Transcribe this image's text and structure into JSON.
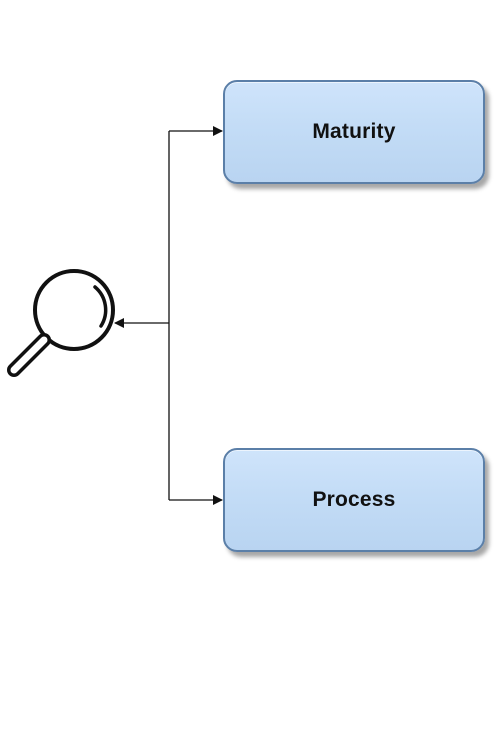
{
  "diagram": {
    "nodes": [
      {
        "id": "maturity",
        "label": "Maturity"
      },
      {
        "id": "process",
        "label": "Process"
      }
    ],
    "icons": {
      "source": "magnifying-glass-icon"
    },
    "edges": [
      {
        "from": "junction",
        "to": "magnifying-glass-icon"
      },
      {
        "from": "junction",
        "to": "maturity"
      },
      {
        "from": "junction",
        "to": "process"
      }
    ],
    "colors": {
      "node_fill": "#c3dcf6",
      "node_border": "#5b7fa8",
      "connector": "#111111",
      "icon_stroke": "#111111"
    }
  }
}
